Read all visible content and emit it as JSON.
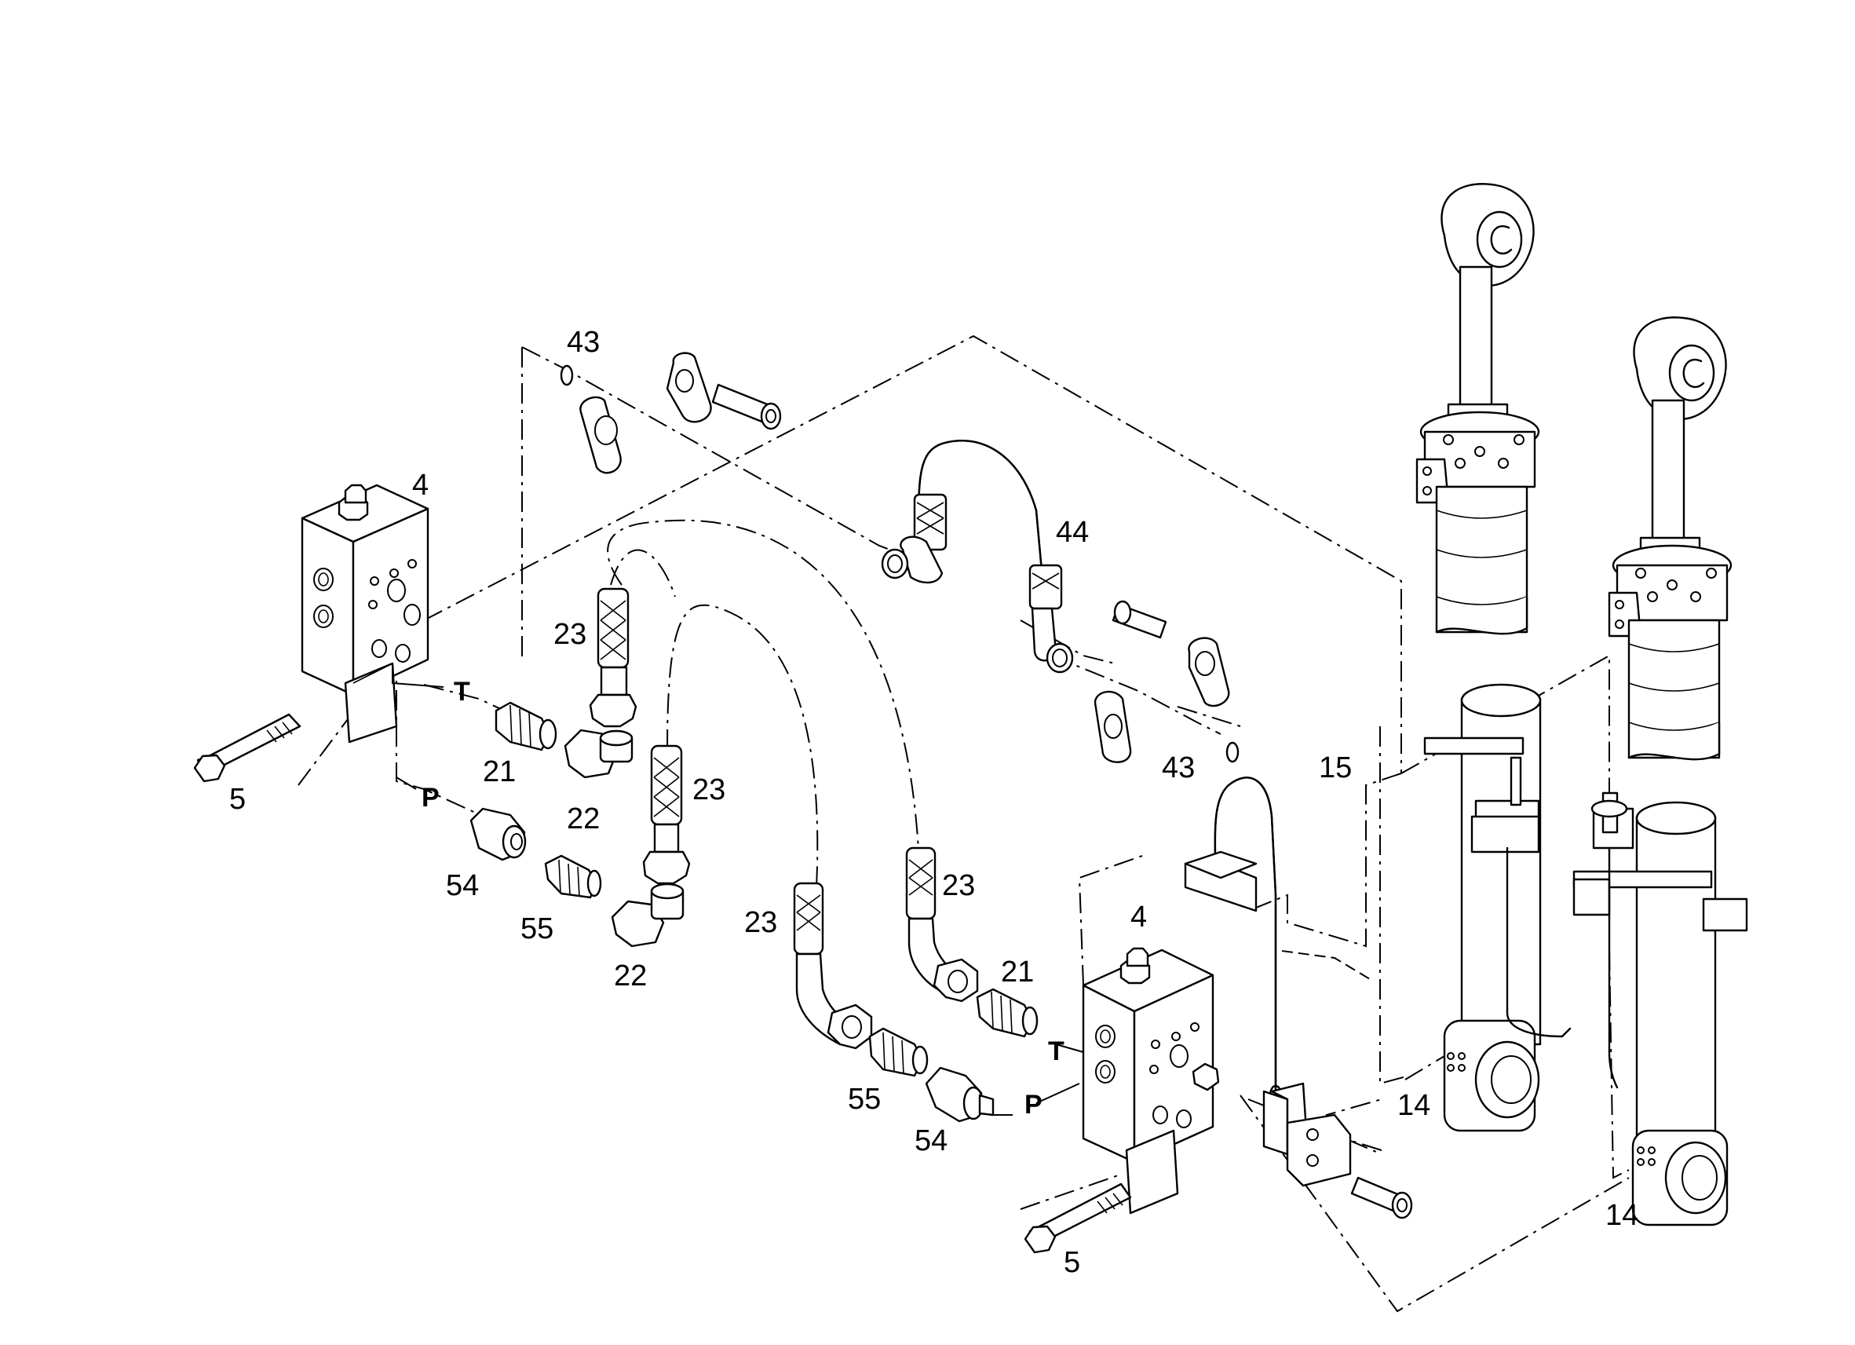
{
  "diagram": {
    "callouts": {
      "c4_left": "4",
      "c4_right": "4",
      "c5_left": "5",
      "c5_right": "5",
      "c14_upper": "14",
      "c14_lower": "14",
      "c15": "15",
      "c21_left": "21",
      "c21_right": "21",
      "c22_upper": "22",
      "c22_lower": "22",
      "c23_a": "23",
      "c23_b": "23",
      "c23_c": "23",
      "c23_d": "23",
      "c43_upper": "43",
      "c43_lower": "43",
      "c44": "44",
      "c54_left": "54",
      "c54_right": "54",
      "c55_left": "55",
      "c55_right": "55"
    },
    "port_labels": {
      "t_left": "T",
      "p_left": "P",
      "t_right": "T",
      "p_right": "P"
    }
  }
}
